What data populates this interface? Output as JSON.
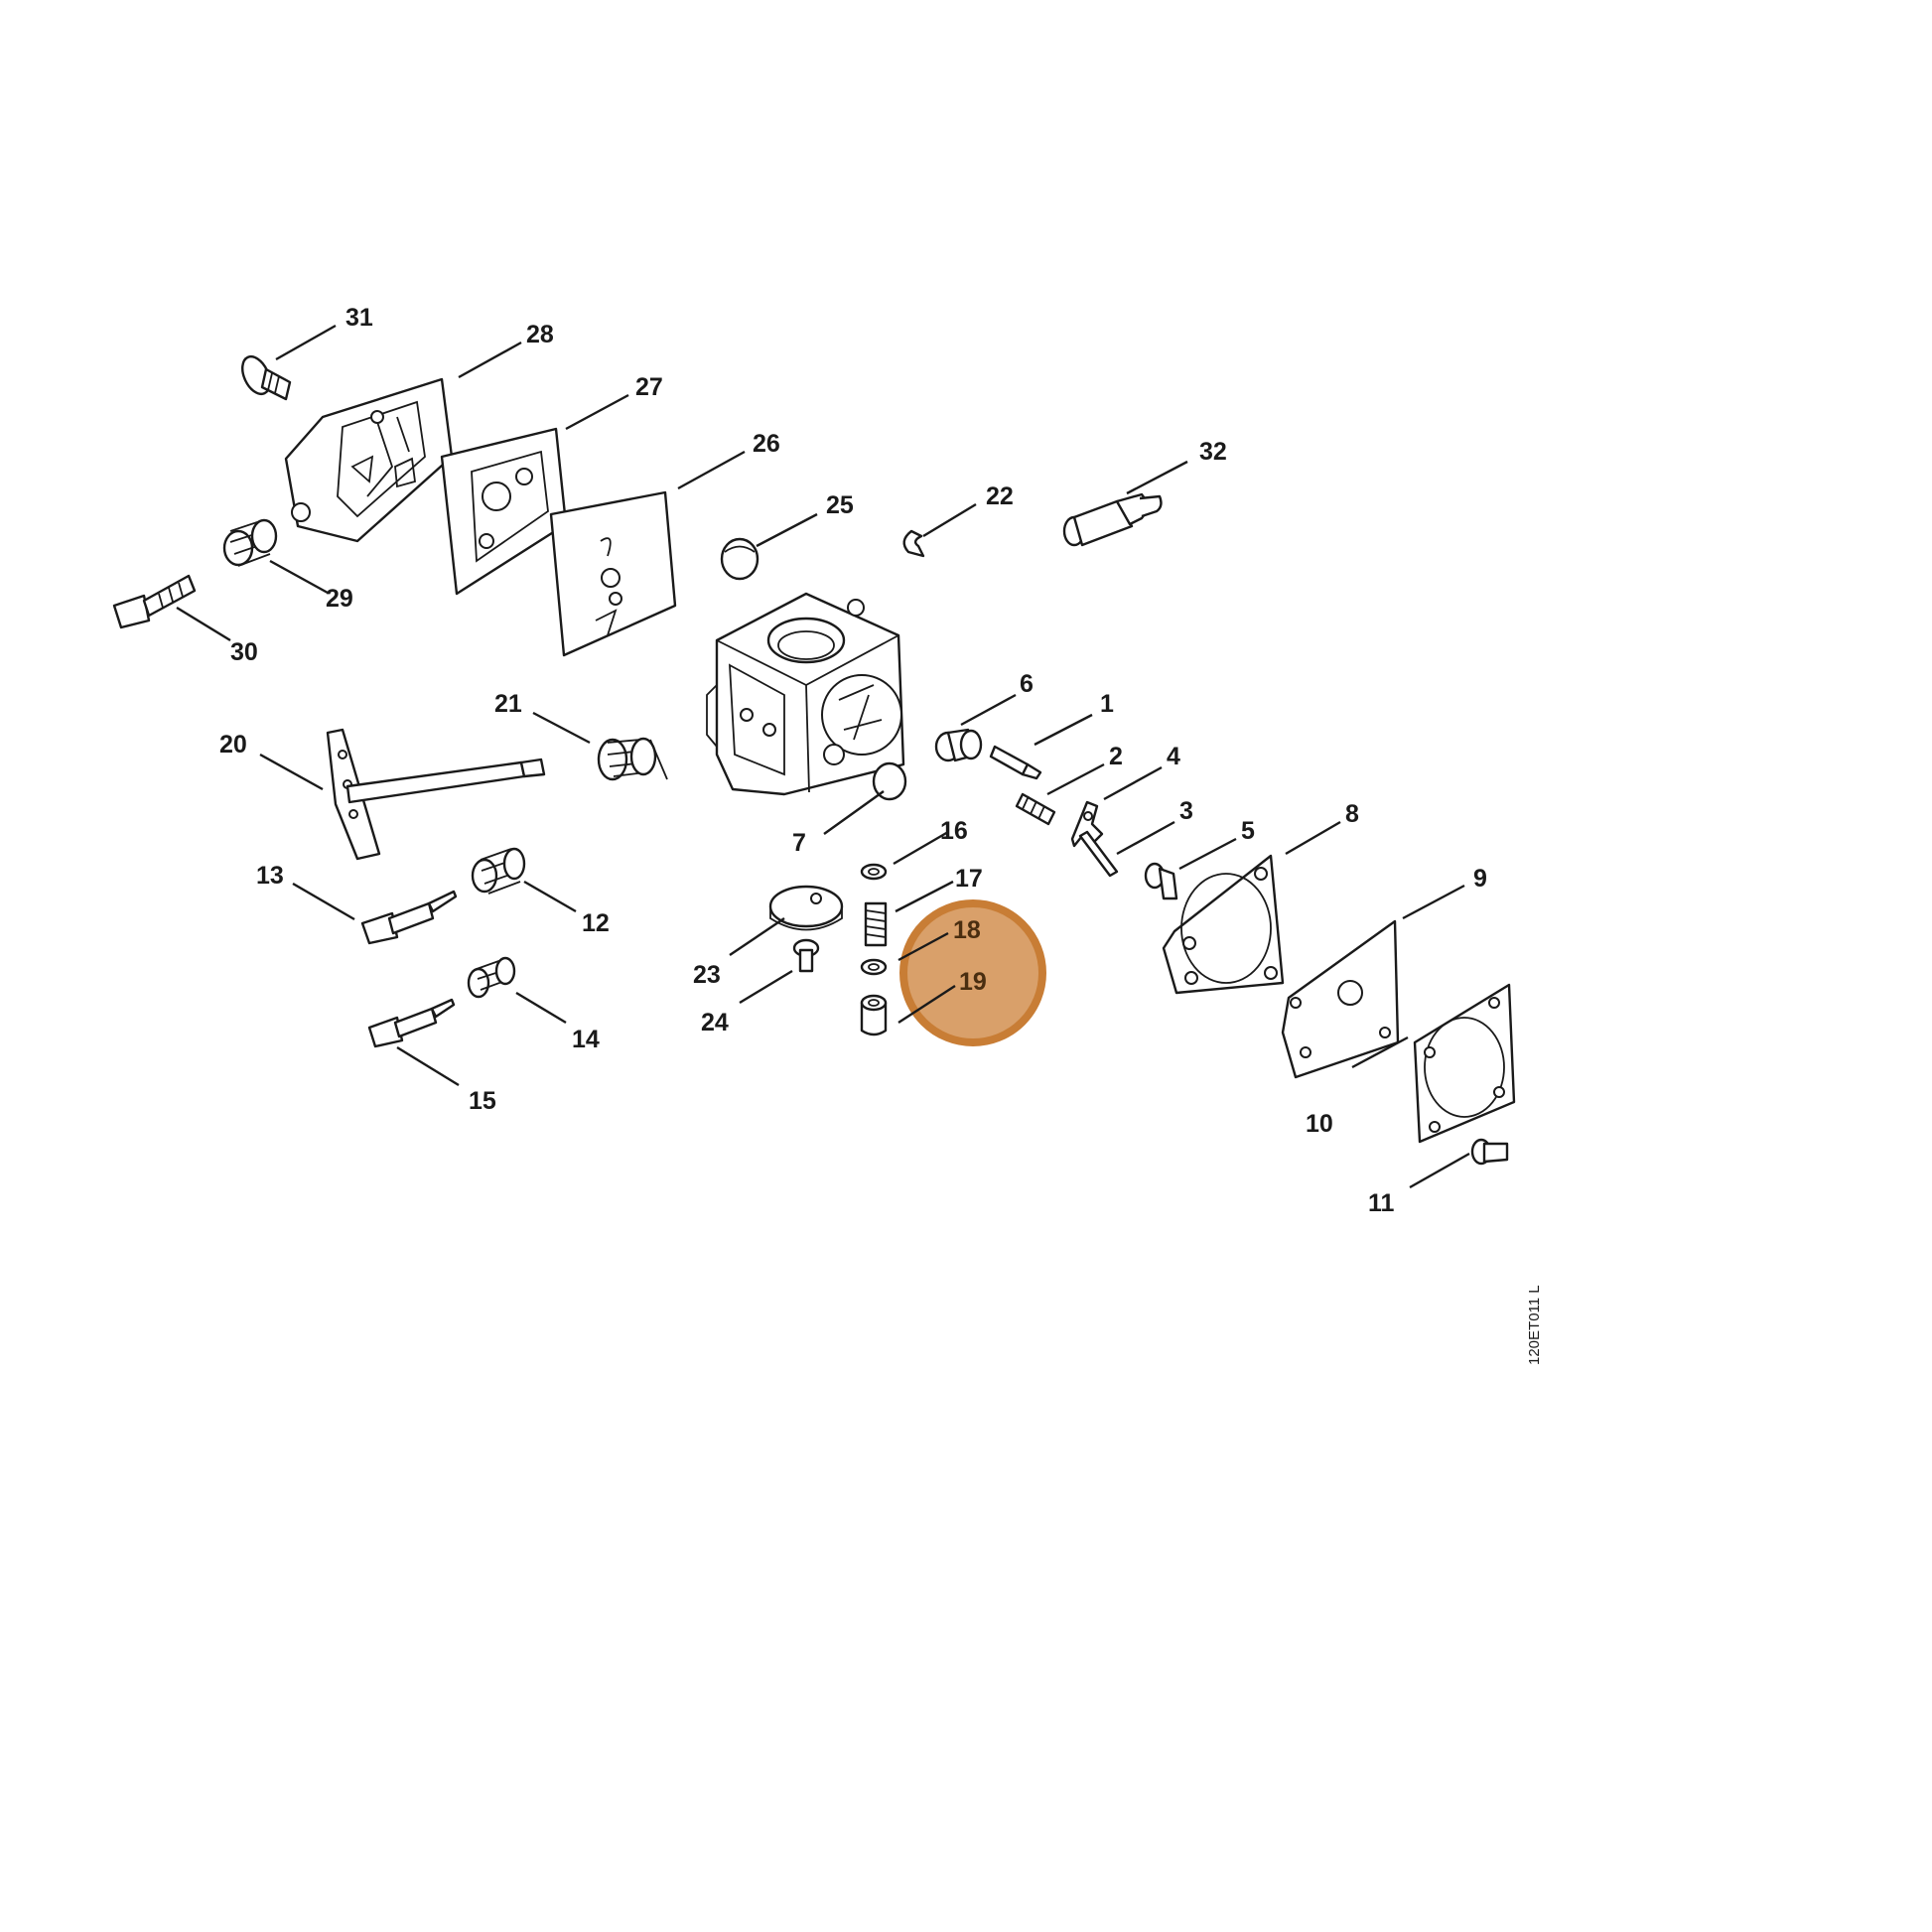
{
  "diagram": {
    "drawing_code": "120ET011 L",
    "highlight": {
      "color": "#d9a06a",
      "ring": "#c87d35",
      "parts": [
        "18",
        "19"
      ]
    },
    "labels": {
      "p1": "1",
      "p2": "2",
      "p3": "3",
      "p4": "4",
      "p5": "5",
      "p6": "6",
      "p7": "7",
      "p8": "8",
      "p9": "9",
      "p10": "10",
      "p11": "11",
      "p12": "12",
      "p13": "13",
      "p14": "14",
      "p15": "15",
      "p16": "16",
      "p17": "17",
      "p18": "18",
      "p19": "19",
      "p20": "20",
      "p21": "21",
      "p22": "22",
      "p23": "23",
      "p24": "24",
      "p25": "25",
      "p26": "26",
      "p27": "27",
      "p28": "28",
      "p29": "29",
      "p30": "30",
      "p31": "31",
      "p32": "32"
    }
  }
}
